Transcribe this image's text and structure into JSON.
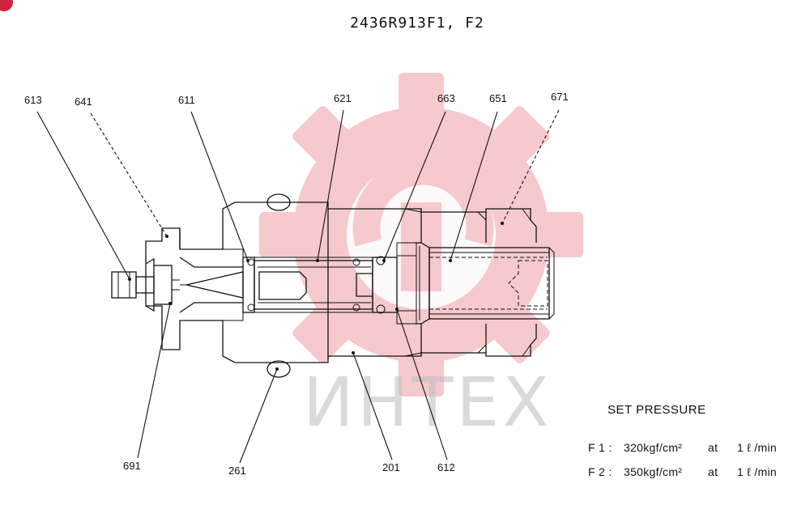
{
  "title": "2436R913F1, F2",
  "watermark": "ИНТЕХ",
  "colors": {
    "watermark_gear": "#f4b8bd",
    "line": "#111111",
    "badge": "#d0243a"
  },
  "labels": {
    "l613": "613",
    "l641": "641",
    "l611": "611",
    "l621": "621",
    "l663": "663",
    "l651": "651",
    "l671": "671",
    "l691": "691",
    "l261": "261",
    "l201": "201",
    "l612": "612"
  },
  "set_pressure": {
    "title": "SET PRESSURE",
    "rows": [
      {
        "name": "F 1 :",
        "value": "320kgf/cm²",
        "at": "at",
        "flow": "1 ℓ /min"
      },
      {
        "name": "F 2 :",
        "value": "350kgf/cm²",
        "at": "at",
        "flow": "1 ℓ /min"
      }
    ]
  }
}
